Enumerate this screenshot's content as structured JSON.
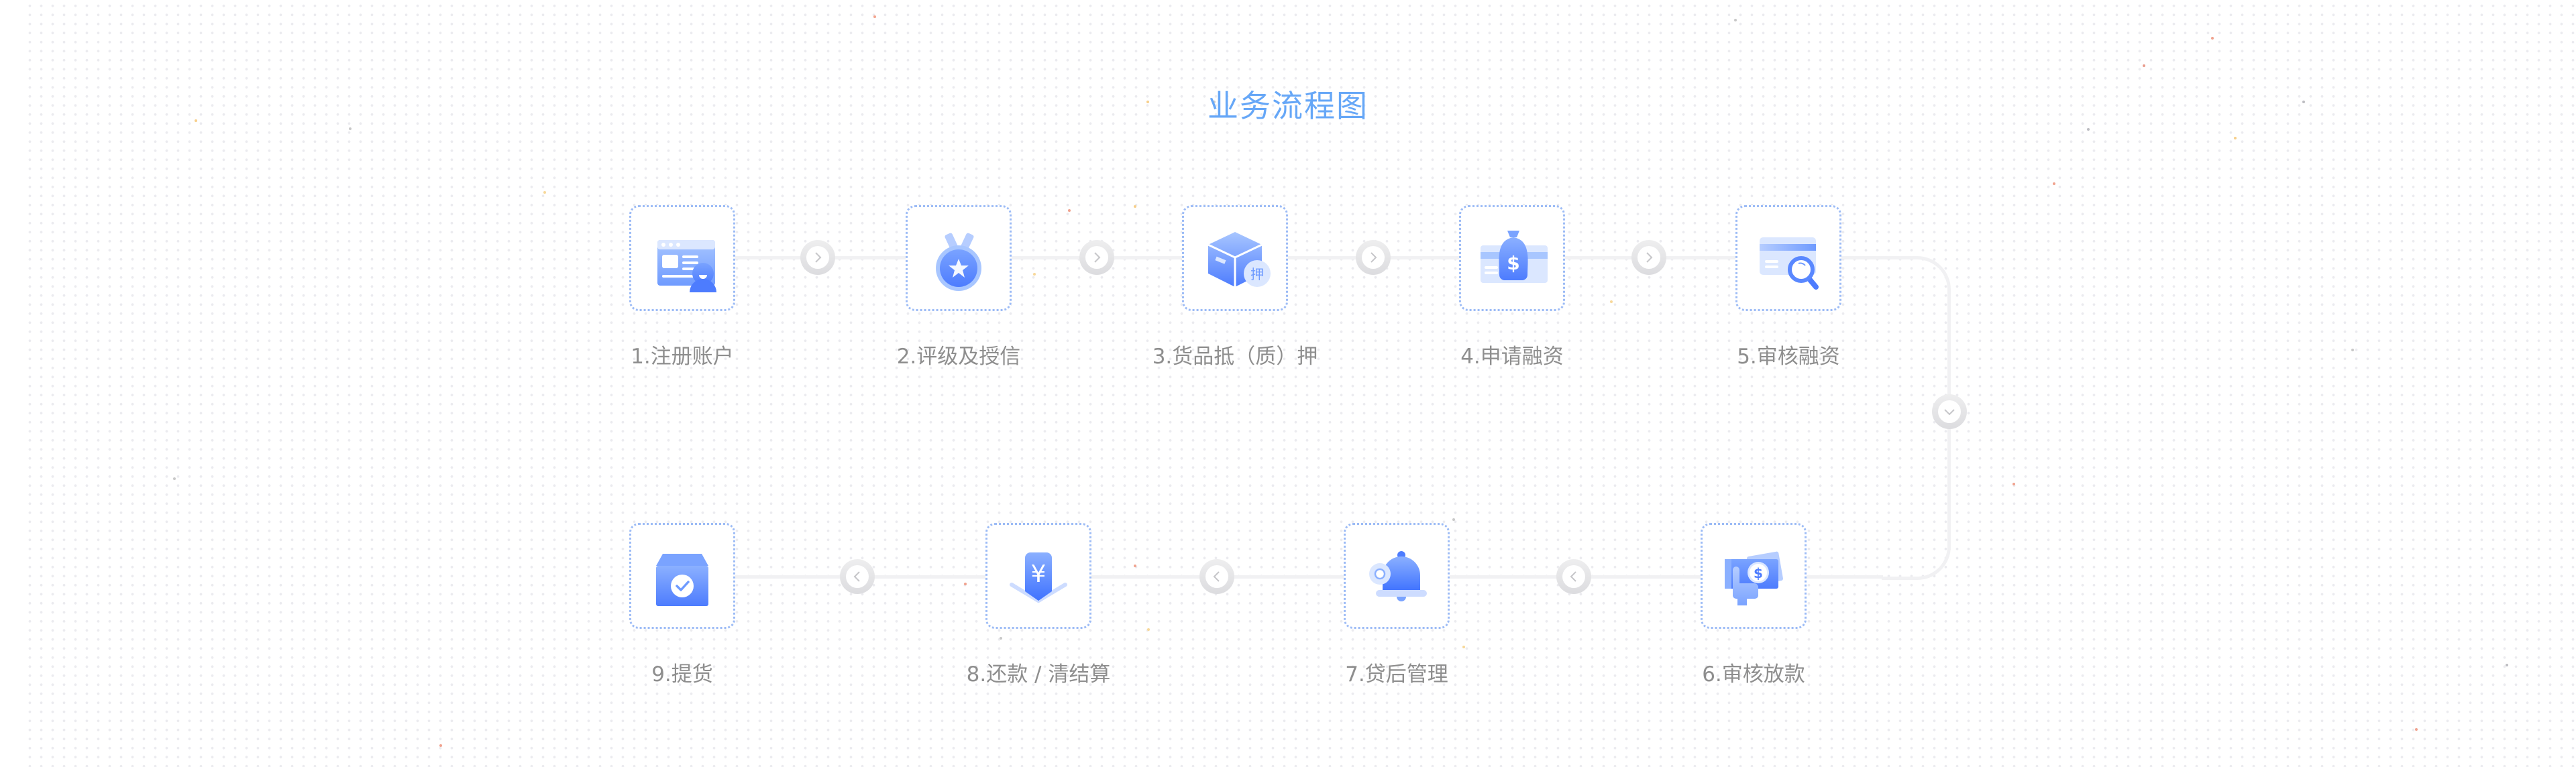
{
  "title": "业务流程图",
  "colors": {
    "title": "#66a7f7",
    "card_border": "#9dbcf6",
    "icon_primary": "#4d7cfe",
    "icon_light": "#9ec0ff",
    "label": "#8e8e8e",
    "connector": "#f1f1f3",
    "arrow_ring": "#dcdcdf"
  },
  "steps": [
    {
      "index": 1,
      "label": "1.注册账户",
      "icon": "register-account-icon"
    },
    {
      "index": 2,
      "label": "2.评级及授信",
      "icon": "medal-icon"
    },
    {
      "index": 3,
      "label": "3.货品抵（质）押",
      "icon": "pledge-box-icon",
      "badge": "押"
    },
    {
      "index": 4,
      "label": "4.申请融资",
      "icon": "money-bag-icon",
      "badge": "$"
    },
    {
      "index": 5,
      "label": "5.审核融资",
      "icon": "card-search-icon"
    },
    {
      "index": 6,
      "label": "6.审核放款",
      "icon": "cash-hand-icon",
      "badge": "$"
    },
    {
      "index": 7,
      "label": "7.贷后管理",
      "icon": "bell-gear-icon"
    },
    {
      "index": 8,
      "label": "8.还款 / 清结算",
      "icon": "yuan-download-icon",
      "badge": "¥"
    },
    {
      "index": 9,
      "label": "9.提货",
      "icon": "box-check-icon"
    }
  ],
  "arrows": [
    {
      "direction": "right",
      "between": "1-2"
    },
    {
      "direction": "right",
      "between": "2-3"
    },
    {
      "direction": "right",
      "between": "3-4"
    },
    {
      "direction": "right",
      "between": "4-5"
    },
    {
      "direction": "down",
      "between": "5-6"
    },
    {
      "direction": "left",
      "between": "6-7"
    },
    {
      "direction": "left",
      "between": "7-8"
    },
    {
      "direction": "left",
      "between": "8-9"
    }
  ]
}
